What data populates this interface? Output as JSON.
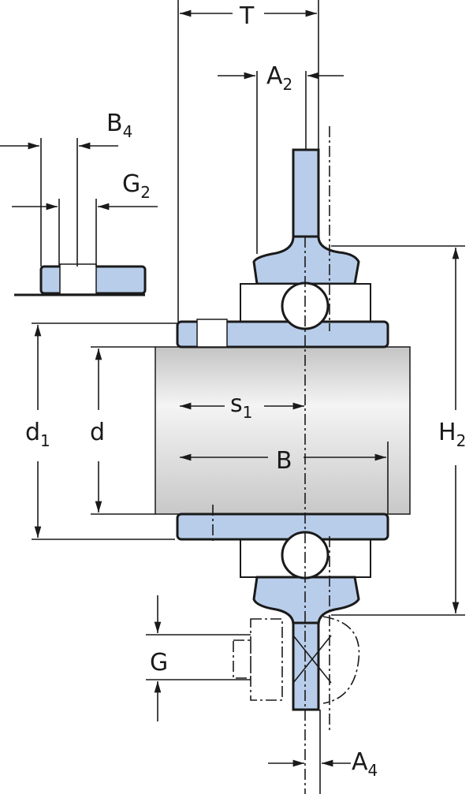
{
  "title": "Flanged bearing unit cross-section with dimensions",
  "labels": {
    "T": {
      "main": "T",
      "sub": ""
    },
    "A2": {
      "main": "A",
      "sub": "2"
    },
    "B4": {
      "main": "B",
      "sub": "4"
    },
    "G2": {
      "main": "G",
      "sub": "2"
    },
    "s1": {
      "main": "s",
      "sub": "1"
    },
    "d1": {
      "main": "d",
      "sub": "1"
    },
    "d": {
      "main": "d",
      "sub": ""
    },
    "B": {
      "main": "B",
      "sub": ""
    },
    "H2": {
      "main": "H",
      "sub": "2"
    },
    "G": {
      "main": "G",
      "sub": ""
    },
    "A4": {
      "main": "A",
      "sub": "4"
    }
  },
  "colors": {
    "part_fill": "#b8cdea",
    "shaft": "#d8d8d8",
    "line": "#1a1a1a"
  }
}
